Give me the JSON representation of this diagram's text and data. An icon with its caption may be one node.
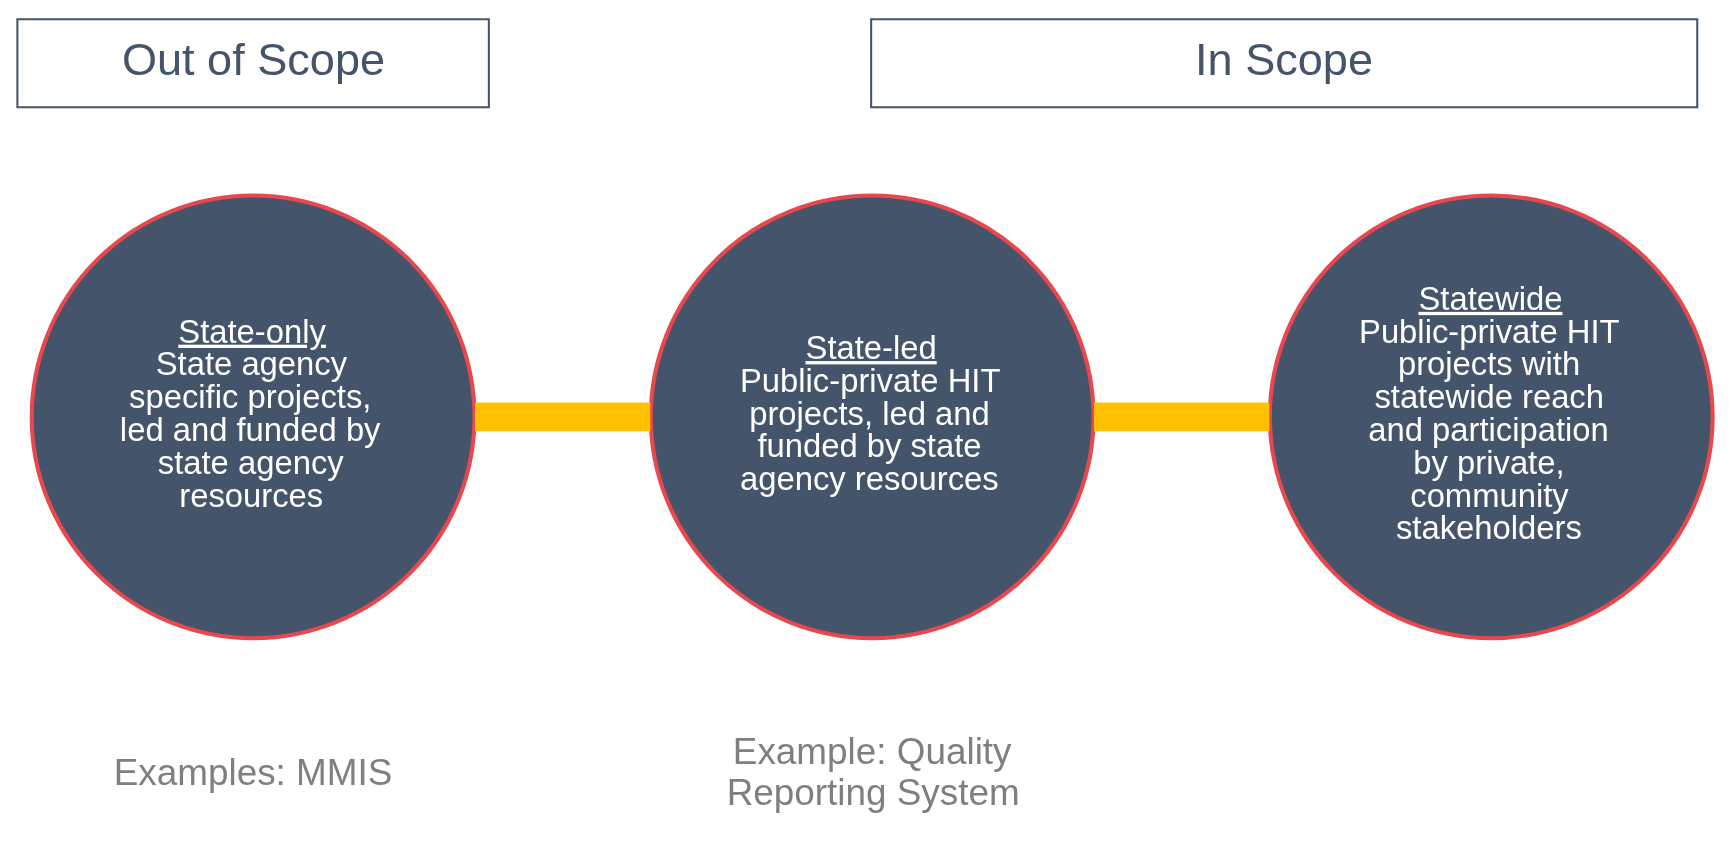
{
  "diagram": {
    "nodes": [
      {
        "text": [
          "Out of Scope"
        ]
      },
      {
        "text": [
          "In Scope"
        ]
      },
      {
        "text": [
          "State-only",
          "State agency specific projects, led and funded by state agency resources"
        ],
        "beside": [
          "Examples: MMIS"
        ]
      },
      {
        "text": [
          "State-led",
          "Public-private HIT projects, led and funded by state agency resources"
        ],
        "beside": [
          "Example: Quality Reporting System"
        ]
      },
      {
        "text": [
          "Statewide",
          "Public-private HIT projects with statewide reach and participation by private, community stakeholders"
        ]
      }
    ],
    "edges": [
      {
        "from": 2,
        "to": 3,
        "arrow": "none"
      },
      {
        "from": 3,
        "to": 4,
        "arrow": "none"
      }
    ]
  }
}
